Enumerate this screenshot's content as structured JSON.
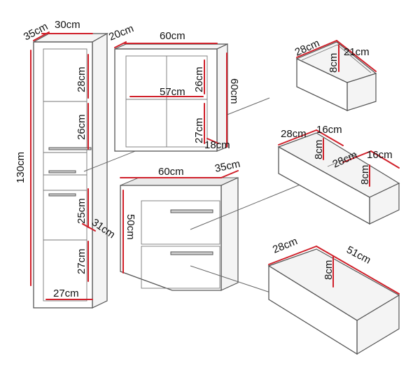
{
  "colors": {
    "dimension_line": "#d0202a",
    "outline": "#555555",
    "background": "#ffffff"
  },
  "tall_cabinet": {
    "depth": "35cm",
    "width": "30cm",
    "height": "130cm",
    "shelf_1": "28cm",
    "shelf_2": "26cm",
    "shelf_3": "25cm",
    "drawer_depth": "31cm",
    "shelf_4": "27cm",
    "bottom_width": "27cm"
  },
  "wall_cabinet": {
    "depth": "20cm",
    "width": "60cm",
    "height": "60cm",
    "inner_width": "57cm",
    "upper_shelf": "26cm",
    "lower_shelf": "27cm",
    "inner_depth": "18cm"
  },
  "vanity_cabinet": {
    "width": "60cm",
    "depth": "35cm",
    "height": "50cm"
  },
  "drawer_small": {
    "width": "28cm",
    "depth": "21cm",
    "height": "8cm"
  },
  "drawer_split": {
    "left_width": "28cm",
    "left_depth": "16cm",
    "left_height": "8cm",
    "right_width": "28cm",
    "right_depth": "16cm",
    "right_height": "8cm"
  },
  "drawer_large": {
    "width": "28cm",
    "depth": "51cm",
    "height": "8cm"
  }
}
